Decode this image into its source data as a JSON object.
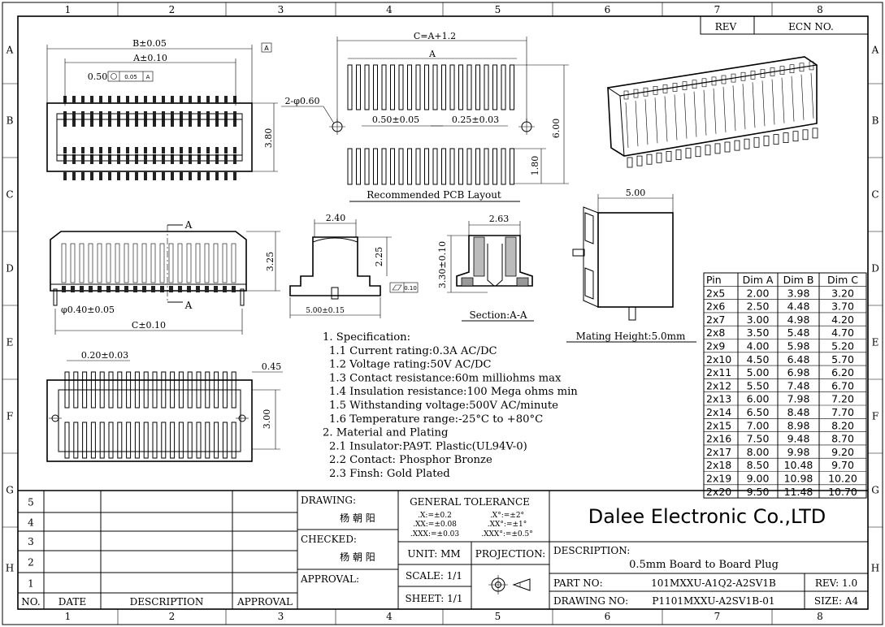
{
  "frame": {
    "cols": [
      "1",
      "2",
      "3",
      "4",
      "5",
      "6",
      "7",
      "8"
    ],
    "rows": [
      "A",
      "B",
      "C",
      "D",
      "E",
      "F",
      "G",
      "H"
    ]
  },
  "rev_box": {
    "rev": "REV",
    "ecn": "ECN  NO."
  },
  "top_view": {
    "b_dim": "B±0.05",
    "a_dim": "A±0.10",
    "pitch": "0.50",
    "tol": "0.05",
    "datum_a": "A",
    "height": "3.80"
  },
  "pcb_layout": {
    "c_dim": "C=A+1.2",
    "a_dim": "A",
    "holes": "2-φ0.60",
    "pad_pitch": "0.50±0.05",
    "pad_width": "0.25±0.03",
    "total_h": "6.00",
    "pad_len": "1.80",
    "caption": "Recommended PCB Layout"
  },
  "side_view": {
    "section_a_top": "A",
    "section_a_bottom": "A",
    "height": "3.25",
    "peg": "φ0.40±0.05",
    "c_dim": "C±0.10"
  },
  "bottom_view": {
    "pitch": "0.20±0.03",
    "pad": "0.45",
    "height": "3.00"
  },
  "end_view": {
    "width": "2.40",
    "height": "2.25",
    "base": "5.00±0.15",
    "flat": "0.10"
  },
  "section": {
    "width": "2.63",
    "height": "3.30±0.10",
    "caption": "Section:A-A"
  },
  "mating": {
    "width": "5.00",
    "caption": "Mating Height:5.0mm"
  },
  "spec": [
    "1. Specification:",
    "1.1 Current rating:0.3A AC/DC",
    "1.2 Voltage rating:50V AC/DC",
    "1.3 Contact resistance:60m milliohms max",
    "1.4 Insulation resistance:100 Mega ohms min",
    "1.5 Withstanding voltage:500V AC/minute",
    "1.6 Temperature range:-25°C to +80°C",
    "2. Material and Plating",
    "2.1 Insulator:PA9T. Plastic(UL94V-0)",
    "2.2 Contact: Phosphor Bronze",
    "2.3 Finsh: Gold Plated"
  ],
  "dim_table": {
    "headers": [
      "Pin",
      "Dim A",
      "Dim B",
      "Dim C"
    ],
    "rows": [
      [
        "2x5",
        "2.00",
        "3.98",
        "3.20"
      ],
      [
        "2x6",
        "2.50",
        "4.48",
        "3.70"
      ],
      [
        "2x7",
        "3.00",
        "4.98",
        "4.20"
      ],
      [
        "2x8",
        "3.50",
        "5.48",
        "4.70"
      ],
      [
        "2x9",
        "4.00",
        "5.98",
        "5.20"
      ],
      [
        "2x10",
        "4.50",
        "6.48",
        "5.70"
      ],
      [
        "2x11",
        "5.00",
        "6.98",
        "6.20"
      ],
      [
        "2x12",
        "5.50",
        "7.48",
        "6.70"
      ],
      [
        "2x13",
        "6.00",
        "7.98",
        "7.20"
      ],
      [
        "2x14",
        "6.50",
        "8.48",
        "7.70"
      ],
      [
        "2x15",
        "7.00",
        "8.98",
        "8.20"
      ],
      [
        "2x16",
        "7.50",
        "9.48",
        "8.70"
      ],
      [
        "2x17",
        "8.00",
        "9.98",
        "9.20"
      ],
      [
        "2x18",
        "8.50",
        "10.48",
        "9.70"
      ],
      [
        "2x19",
        "9.00",
        "10.98",
        "10.20"
      ],
      [
        "2x20",
        "9.50",
        "11.48",
        "10.70"
      ]
    ]
  },
  "revision_table": {
    "numbers": [
      "5",
      "4",
      "3",
      "2",
      "1"
    ],
    "headers": [
      "NO.",
      "DATE",
      "DESCRIPTION",
      "APPROVAL"
    ]
  },
  "title_block": {
    "drawing_label": "DRAWING:",
    "drawing_name": "杨 朝 阳",
    "checked_label": "CHECKED:",
    "checked_name": "杨 朝 阳",
    "approval_label": "APPROVAL:",
    "tolerance_title": "GENERAL  TOLERANCE",
    "tol_x": ".X:=±0.2",
    "tol_xx": ".XX:=±0.08",
    "tol_xxx": ".XXX:=±0.03",
    "tol_ax": ".X°:=±2°",
    "tol_axx": ".XX°:=±1°",
    "tol_axxx": ".XXX°:=±0.5°",
    "unit": "UNIT:   MM",
    "projection": "PROJECTION:",
    "scale": "SCALE: 1/1",
    "sheet": "SHEET: 1/1",
    "company": "Dalee Electronic Co.,LTD",
    "desc_label": "DESCRIPTION:",
    "desc_value": "0.5mm Board to Board Plug",
    "part_label": "PART NO:",
    "part_value": "101MXXU-A1Q2-A2SV1B",
    "rev": "REV: 1.0",
    "dwg_label": "DRAWING  NO:",
    "dwg_value": "P1101MXXU-A2SV1B-01",
    "size": "SIZE: A4"
  }
}
